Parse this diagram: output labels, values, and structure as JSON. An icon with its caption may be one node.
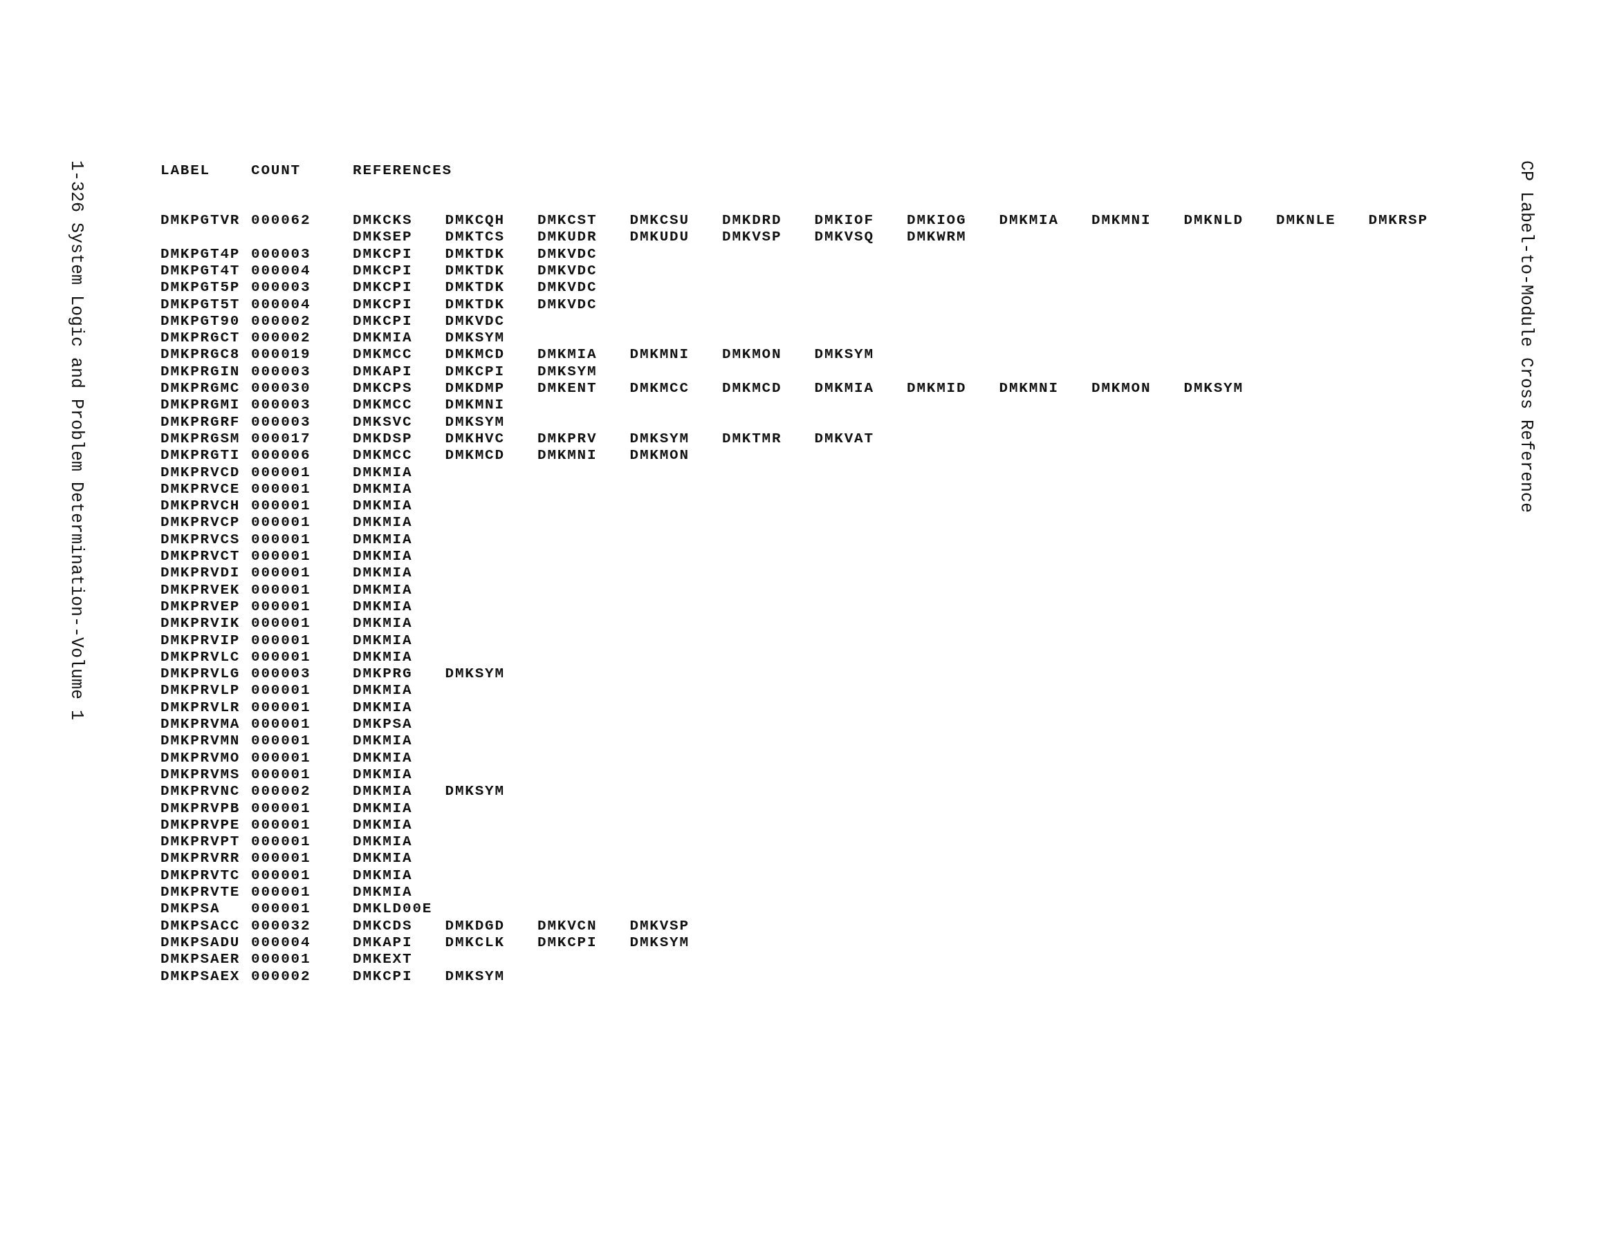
{
  "diagram": {
    "labels": [
      "1-326",
      "System Logic and Problem Determination--Volume 1",
      "LABEL",
      "COUNT",
      "REFERENCES",
      "DMKPGTVR",
      "000062",
      "DMKCKS",
      "DMKCQH",
      "DMKCST",
      "DMKCSU",
      "DMKDRD",
      "DMKIOF",
      "DMKIOG",
      "DMKMIA",
      "DMKMNI",
      "DMKNLD",
      "DMKNLE",
      "DMKRSP",
      "DMKSEP",
      "DMKTCS",
      "DMKUDR",
      "DMKUDU",
      "DMKVSP",
      "DMKVSQ",
      "DMKWRM",
      "DMKPGT4P",
      "000003",
      "DMKCPI",
      "DMKTDK",
      "DMKVDC",
      "DMKPGT4T",
      "000004",
      "DMKCPI",
      "DMKTDK",
      "DMKVDC",
      "DMKPGT5P",
      "000003",
      "DMKCPI",
      "DMKTDK",
      "DMKVDC",
      "DMKPGT5T",
      "000004",
      "DMKCPI",
      "DMKTDK",
      "DMKVDC",
      "DMKPGT90",
      "000002",
      "DMKCPI",
      "DMKVDC",
      "DMKPRGCT",
      "000002",
      "DMKMIA",
      "DMKSYM",
      "DMKPRGC8",
      "000019",
      "DMKMCC",
      "DMKMCD",
      "DMKMIA",
      "DMKMNI",
      "DMKMON",
      "DMKSYM",
      "DMKPRGIN",
      "000003",
      "DMKAPI",
      "DMKCPI",
      "DMKSYM",
      "DMKPRGMC",
      "000030",
      "DMKCPS",
      "DMKDMP",
      "DMKENT",
      "DMKMCC",
      "DMKMCD",
      "DMKMIA",
      "DMKMID",
      "DMKMNI",
      "DMKMON",
      "DMKSYM",
      "DMKPRGMI",
      "000003",
      "DMKMCC",
      "DMKMNI",
      "DMKPRGRF",
      "000003",
      "DMKSVC",
      "DMKSYM",
      "DMKPRGSM",
      "000017",
      "DMKDSP",
      "DMKHVC",
      "DMKPRV",
      "DMKSYM",
      "DMKTMR",
      "DMKVAT",
      "DMKPRGTI",
      "000006",
      "DMKMCC",
      "DMKMCD",
      "DMKMNI",
      "DMKMON",
      "DMKPRVCD",
      "000001",
      "DMKMIA",
      "DMKPRVCE",
      "000001",
      "DMKMIA",
      "DMKPRVCH",
      "000001",
      "DMKMIA",
      "DMKPRVCP",
      "000001",
      "DMKMIA",
      "DMKPRVCS",
      "000001",
      "DMKMIA",
      "DMKPRVCT",
      "000001",
      "DMKMIA",
      "DMKPRVDI",
      "000001",
      "DMKMIA",
      "DMKPRVEK",
      "000001",
      "DMKMIA",
      "DMKPRVEP",
      "000001",
      "DMKMIA",
      "DMKPRVIK",
      "000001",
      "DMKMIA",
      "DMKPRVIP",
      "000001",
      "DMKMIA",
      "DMKPRVLC",
      "000001",
      "DMKMIA",
      "DMKPRVLG",
      "000003",
      "DMKPRG",
      "DMKSYM",
      "DMKPRVLP",
      "000001",
      "DMKMIA",
      "DMKPRVLR",
      "000001",
      "DMKMIA",
      "DMKPRVMA",
      "000001",
      "DMKPSA",
      "DMKPRVMN",
      "000001",
      "DMKMIA",
      "DMKPRVMO",
      "000001",
      "DMKMIA",
      "DMKPRVMS",
      "000001",
      "DMKMIA",
      "DMKPRVNC",
      "000002",
      "DMKMIA",
      "DMKSYM",
      "DMKPRVPB",
      "000001",
      "DMKMIA",
      "DMKPRVPE",
      "000001",
      "DMKMIA",
      "DMKPRVPT",
      "000001",
      "DMKMIA",
      "DMKPRVRR",
      "000001",
      "DMKMIA",
      "DMKPRVTC",
      "000001",
      "DMKMIA",
      "DMKPRVTE",
      "000001",
      "DMKMIA",
      "DMKPSA",
      "000001",
      "DMKLD00E",
      "DMKPSACC",
      "000032",
      "DMKCDS",
      "DMKDGD",
      "DMKVCN",
      "DMKVSP",
      "DMKPSADU",
      "000004",
      "DMKAPI",
      "DMKCLK",
      "DMKCPI",
      "DMKSYM",
      "DMKPSAER",
      "000001",
      "DMKEXT",
      "DMKPSAEX",
      "000002",
      "DMKCPI",
      "DMKSYM",
      "CP Label-to-Module Cross Reference"
    ]
  }
}
